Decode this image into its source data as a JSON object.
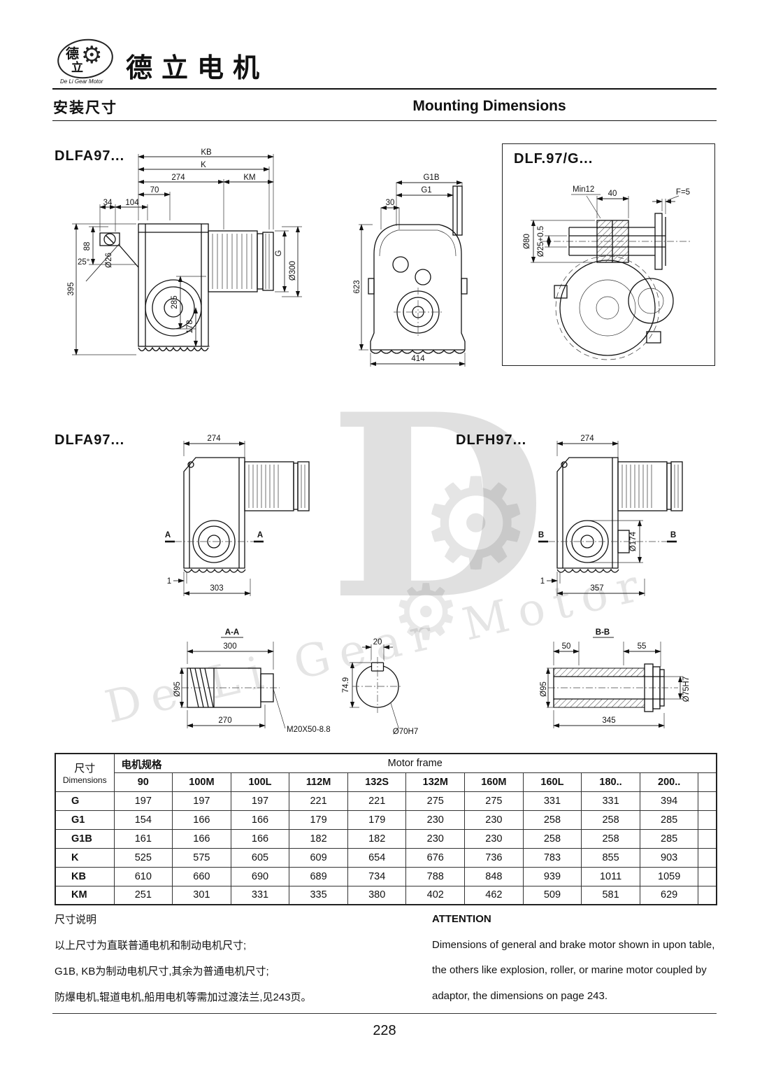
{
  "header": {
    "brand": "德立电机",
    "logo_char1": "德",
    "logo_char2": "立",
    "logo_subtitle": "De Li Gear Motor"
  },
  "page_title": {
    "zh": "安装尺寸",
    "en": "Mounting Dimensions"
  },
  "watermark": {
    "letter": "D",
    "text": "De Li Gear Motor"
  },
  "drawings": {
    "d1": {
      "label": "DLFA97...",
      "dims": {
        "kb": "KB",
        "k": "K",
        "d274": "274",
        "km": "KM",
        "d70": "70",
        "d34": "34",
        "d104": "104",
        "angle": "25°",
        "d88": "88",
        "d26": "Ø26",
        "d395": "395",
        "d285": "285",
        "d178": "178",
        "g": "G",
        "d300": "Ø300"
      }
    },
    "d2": {
      "dims": {
        "g1b": "G1B",
        "g1": "G1",
        "d30": "30",
        "d623": "623",
        "d414": "414"
      }
    },
    "d3": {
      "label": "DLF.97/G...",
      "dims": {
        "d40": "40",
        "min12": "Min12",
        "f5": "F=5",
        "d80": "Ø80",
        "d25": "Ø25+0.5"
      }
    },
    "d4": {
      "label": "DLFA97...",
      "dims": {
        "d274": "274",
        "a": "A",
        "d1": "1",
        "d303": "303"
      }
    },
    "d5": {
      "label": "DLFH97...",
      "dims": {
        "d274": "274",
        "b": "B",
        "d174": "Ø174",
        "d1": "1",
        "d357": "357"
      }
    },
    "d6": {
      "title": "A-A",
      "dims": {
        "d300": "300",
        "d95": "Ø95",
        "d270": "270",
        "thread": "M20X50-8.8",
        "d20": "20",
        "d749": "74.9",
        "d70h7": "Ø70H7"
      }
    },
    "d7": {
      "title": "B-B",
      "dims": {
        "d50": "50",
        "d55": "55",
        "d95": "Ø95",
        "d345": "345",
        "d75h7": "Ø75H7"
      }
    }
  },
  "table": {
    "dim_label_zh": "尺寸",
    "dim_label_en": "Dimensions",
    "frame_label_zh": "电机规格",
    "frame_label_en": "Motor frame",
    "columns": [
      "90",
      "100M",
      "100L",
      "112M",
      "132S",
      "132M",
      "160M",
      "160L",
      "180..",
      "200.."
    ],
    "rows": [
      {
        "label": "G",
        "values": [
          "197",
          "197",
          "197",
          "221",
          "221",
          "275",
          "275",
          "331",
          "331",
          "394"
        ]
      },
      {
        "label": "G1",
        "values": [
          "154",
          "166",
          "166",
          "179",
          "179",
          "230",
          "230",
          "258",
          "258",
          "285"
        ]
      },
      {
        "label": "G1B",
        "values": [
          "161",
          "166",
          "166",
          "182",
          "182",
          "230",
          "230",
          "258",
          "258",
          "285"
        ]
      },
      {
        "label": "K",
        "values": [
          "525",
          "575",
          "605",
          "609",
          "654",
          "676",
          "736",
          "783",
          "855",
          "903"
        ]
      },
      {
        "label": "KB",
        "values": [
          "610",
          "660",
          "690",
          "689",
          "734",
          "788",
          "848",
          "939",
          "1011",
          "1059"
        ]
      },
      {
        "label": "KM",
        "values": [
          "251",
          "301",
          "331",
          "335",
          "380",
          "402",
          "462",
          "509",
          "581",
          "629"
        ]
      }
    ]
  },
  "notes": {
    "zh_title": "尺寸说明",
    "zh_lines": [
      "以上尺寸为直联普通电机和制动电机尺寸;",
      "G1B, KB为制动电机尺寸,其余为普通电机尺寸;",
      "防爆电机,辊道电机,船用电机等需加过渡法兰,见243页。"
    ],
    "en_title": "ATTENTION",
    "en_lines": [
      "Dimensions of general and brake motor shown in upon table,",
      "the others like explosion, roller, or marine motor coupled by",
      "adaptor, the dimensions on page 243."
    ]
  },
  "page_number": "228"
}
